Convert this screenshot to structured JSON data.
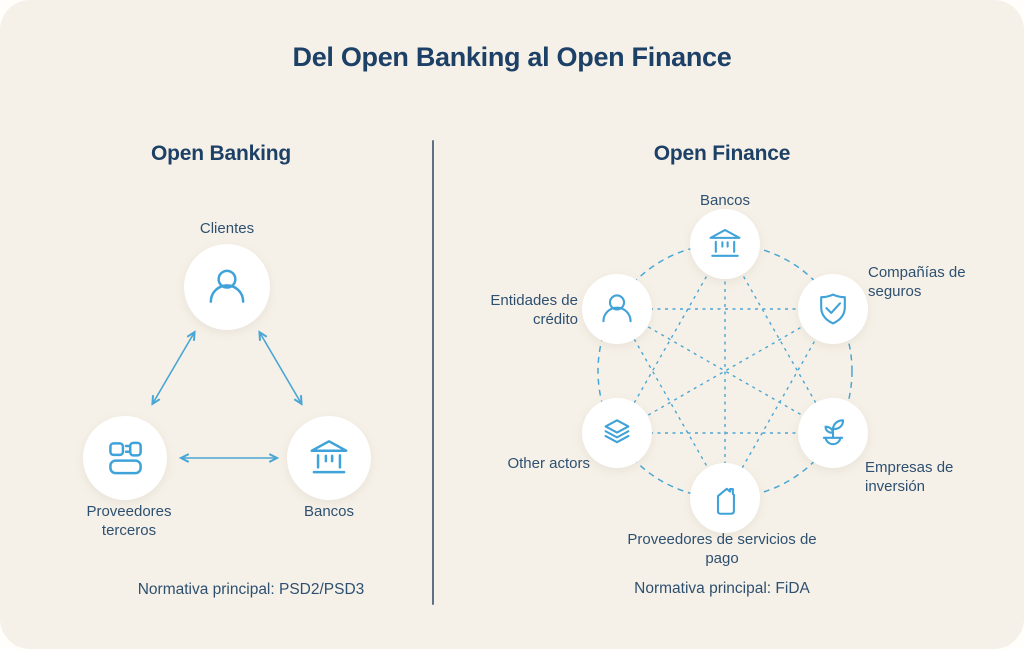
{
  "title": "Del Open Banking al Open Finance",
  "colors": {
    "background": "#f6f1e8",
    "page": "#fffefb",
    "title_text": "#1d4066",
    "label_text": "#2e5070",
    "icon_accent": "#3fa2d9",
    "line_accent": "#4aa6d4",
    "divider": "#5d7287"
  },
  "open_banking": {
    "heading": "Open Banking",
    "nodes": [
      {
        "label": "Clientes",
        "icon": "person-icon"
      },
      {
        "label": "Proveedores terceros",
        "icon": "providers-icon"
      },
      {
        "label": "Bancos",
        "icon": "bank-icon"
      }
    ],
    "normativa": "Normativa principal: PSD2/PSD3"
  },
  "open_finance": {
    "heading": "Open Finance",
    "nodes": [
      {
        "label": "Bancos",
        "icon": "bank-icon"
      },
      {
        "label": "Compañías de seguros",
        "icon": "shield-check-icon"
      },
      {
        "label": "Empresas de inversión",
        "icon": "plant-icon"
      },
      {
        "label": "Proveedores de servicios de pago",
        "icon": "house-icon"
      },
      {
        "label": "Other actors",
        "icon": "layers-icon"
      },
      {
        "label": "Entidades de crédito",
        "icon": "person-icon"
      }
    ],
    "normativa": "Normativa principal: FiDA"
  }
}
